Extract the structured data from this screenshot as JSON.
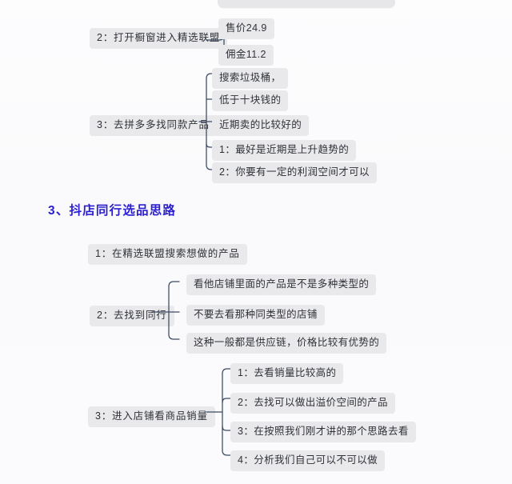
{
  "document": {
    "background_color": "#fbfbfd",
    "node_bg_color": "#e9e9ec",
    "node_text_color": "#2f3237",
    "connector_color": "#3a4a63",
    "heading_color": "#2a1ed0"
  },
  "top_partial_node": {
    "label": ""
  },
  "group_open_showcase": {
    "parent": "2：打开橱窗进入精选联盟",
    "children": [
      "售价24.9",
      "佣金11.2"
    ]
  },
  "group_pinduoduo": {
    "parent": "3：去拼多多找同款产品",
    "children": [
      "搜索垃圾桶，",
      "低于十块钱的",
      "近期卖的比较好的",
      "1：最好是近期是上升趋势的",
      "2：你要有一定的利润空间才可以"
    ]
  },
  "section_heading": {
    "text": "3、抖店同行选品思路"
  },
  "step_one": {
    "label": "1：在精选联盟搜索想做的产品"
  },
  "group_find_peers": {
    "parent": "2：去找到同行",
    "children": [
      "看他店铺里面的产品是不是多种类型的",
      "不要去看那种同类型的店铺",
      "这种一般都是供应链，价格比较有优势的"
    ]
  },
  "group_enter_shop": {
    "parent": "3：进入店铺看商品销量",
    "children": [
      "1：去看销量比较高的",
      "2：去找可以做出溢价空间的产品",
      "3：在按照我们刚才讲的那个思路去看",
      "4：分析我们自己可以不可以做"
    ]
  }
}
